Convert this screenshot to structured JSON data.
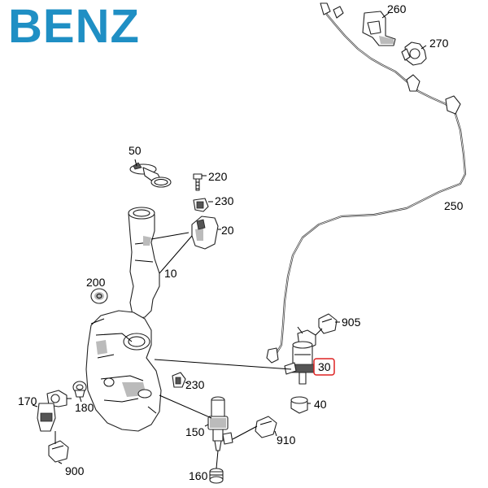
{
  "brand": {
    "text": "BENZ",
    "color": "#1f8fc4"
  },
  "highlight_color": "#dd2222",
  "labels": {
    "p10": "10",
    "p20": "20",
    "p30": "30",
    "p40": "40",
    "p50": "50",
    "p150": "150",
    "p160": "160",
    "p170": "170",
    "p180": "180",
    "p200": "200",
    "p220": "220",
    "p230a": "230",
    "p230b": "230",
    "p250": "250",
    "p260": "260",
    "p270": "270",
    "p900": "900",
    "p905": "905",
    "p910": "910"
  },
  "highlighted_part": "30"
}
